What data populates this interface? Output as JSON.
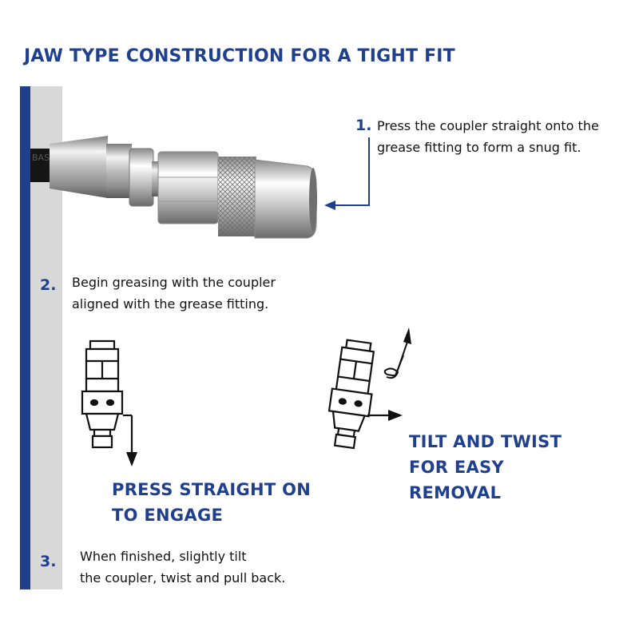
{
  "title": "JAW TYPE CONSTRUCTION FOR A TIGHT FIT",
  "steps": [
    {
      "number": "1.",
      "lines": [
        "Press the coupler straight onto the",
        "grease fitting to form a snug fit."
      ]
    },
    {
      "number": "2.",
      "lines": [
        "Begin greasing with the coupler",
        "aligned with the grease fitting."
      ]
    },
    {
      "number": "3.",
      "lines": [
        "When finished, slightly tilt",
        "the coupler, twist and pull back."
      ]
    }
  ],
  "callouts": {
    "engage": [
      "PRESS STRAIGHT ON",
      "TO ENGAGE"
    ],
    "removal": [
      "TILT AND TWIST",
      "FOR EASY",
      "REMOVAL"
    ]
  },
  "hose_print": "BAS",
  "colors": {
    "accent": "#1f3f8f",
    "gray_band": "#d8d8d8"
  }
}
